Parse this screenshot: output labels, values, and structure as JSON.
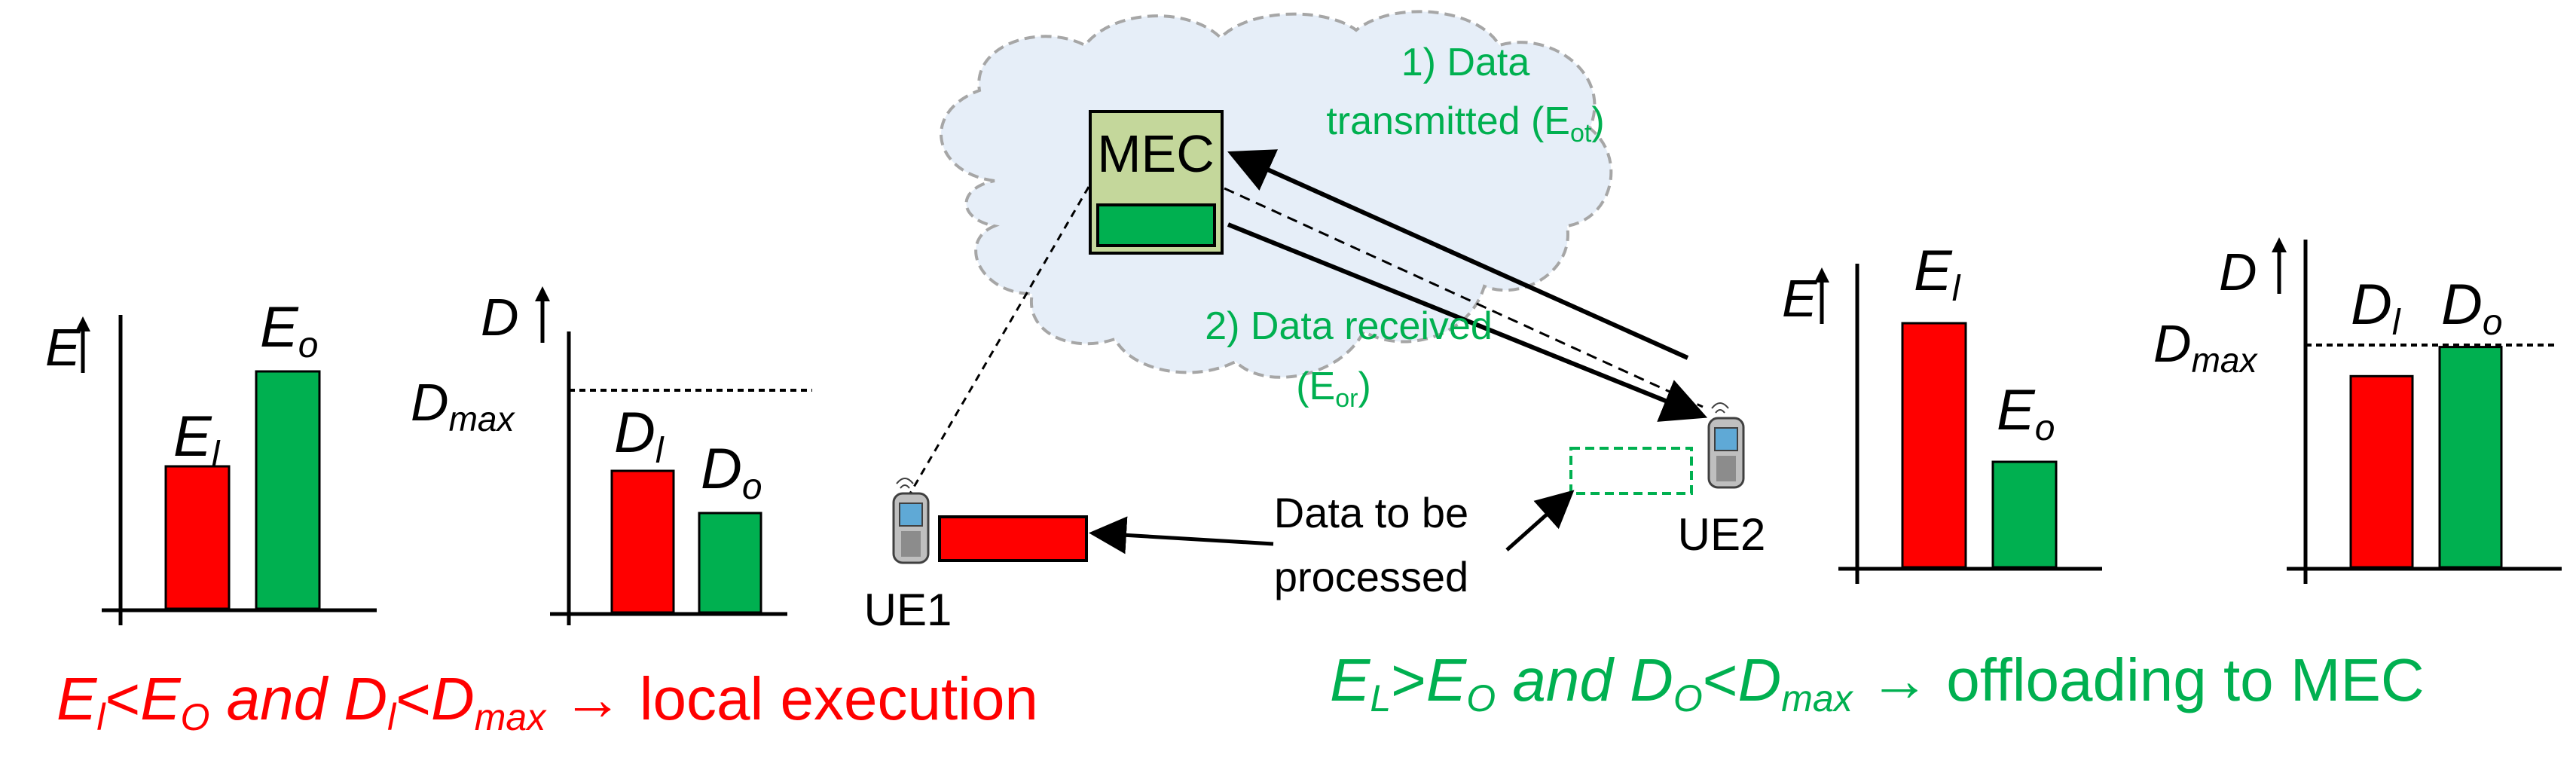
{
  "colors": {
    "red": "#ff0000",
    "green": "#00b050",
    "green_text": "#00b050",
    "mec_fill": "#c4d79b",
    "cloud_fill": "#e6eef8",
    "cloud_stroke": "#a6a6a6",
    "black": "#000000"
  },
  "labels": {
    "E": "E",
    "D": "D",
    "E_l": "E",
    "E_l_sub": "l",
    "E_o": "E",
    "E_o_sub": "o",
    "D_l": "D",
    "D_l_sub": "l",
    "D_o": "D",
    "D_o_sub": "o",
    "D_max": "D",
    "D_max_sub": "max"
  },
  "mec": {
    "label": "MEC"
  },
  "step1": {
    "line1": "1) Data",
    "line2": "transmitted (E",
    "sub": "ot",
    "close": ")"
  },
  "step2": {
    "line1": "2) Data received",
    "line2": "(E",
    "sub": "or",
    "close": ")"
  },
  "ue1": {
    "label": "UE1"
  },
  "ue2": {
    "label": "UE2"
  },
  "data_note": {
    "line1": "Data to be",
    "line2": "processed"
  },
  "left_condition": {
    "e1": "E",
    "s1": "l",
    "op1": "<",
    "e2": "E",
    "s2": "O",
    "and": " and ",
    "d1": "D",
    "s3": "l",
    "op2": "<",
    "d2": "D",
    "s4": "max",
    "arrow": " → ",
    "text": "local execution"
  },
  "right_condition": {
    "e1": "E",
    "s1": "L",
    "op1": ">",
    "e2": "E",
    "s2": "O",
    "and": " and ",
    "d1": "D",
    "s3": "O",
    "op2": "<",
    "d2": "D",
    "s4": "max",
    "arrow": " → ",
    "text": "offloading to MEC"
  },
  "bars": {
    "left_energy": {
      "E_l": 0.45,
      "E_o": 0.75
    },
    "left_delay": {
      "D_l": 0.47,
      "D_o": 0.33,
      "D_max": 0.69
    },
    "right_energy": {
      "E_l": 0.81,
      "E_o": 0.35
    },
    "right_delay": {
      "D_l": 0.59,
      "D_o": 0.68,
      "D_max": 0.7
    }
  }
}
